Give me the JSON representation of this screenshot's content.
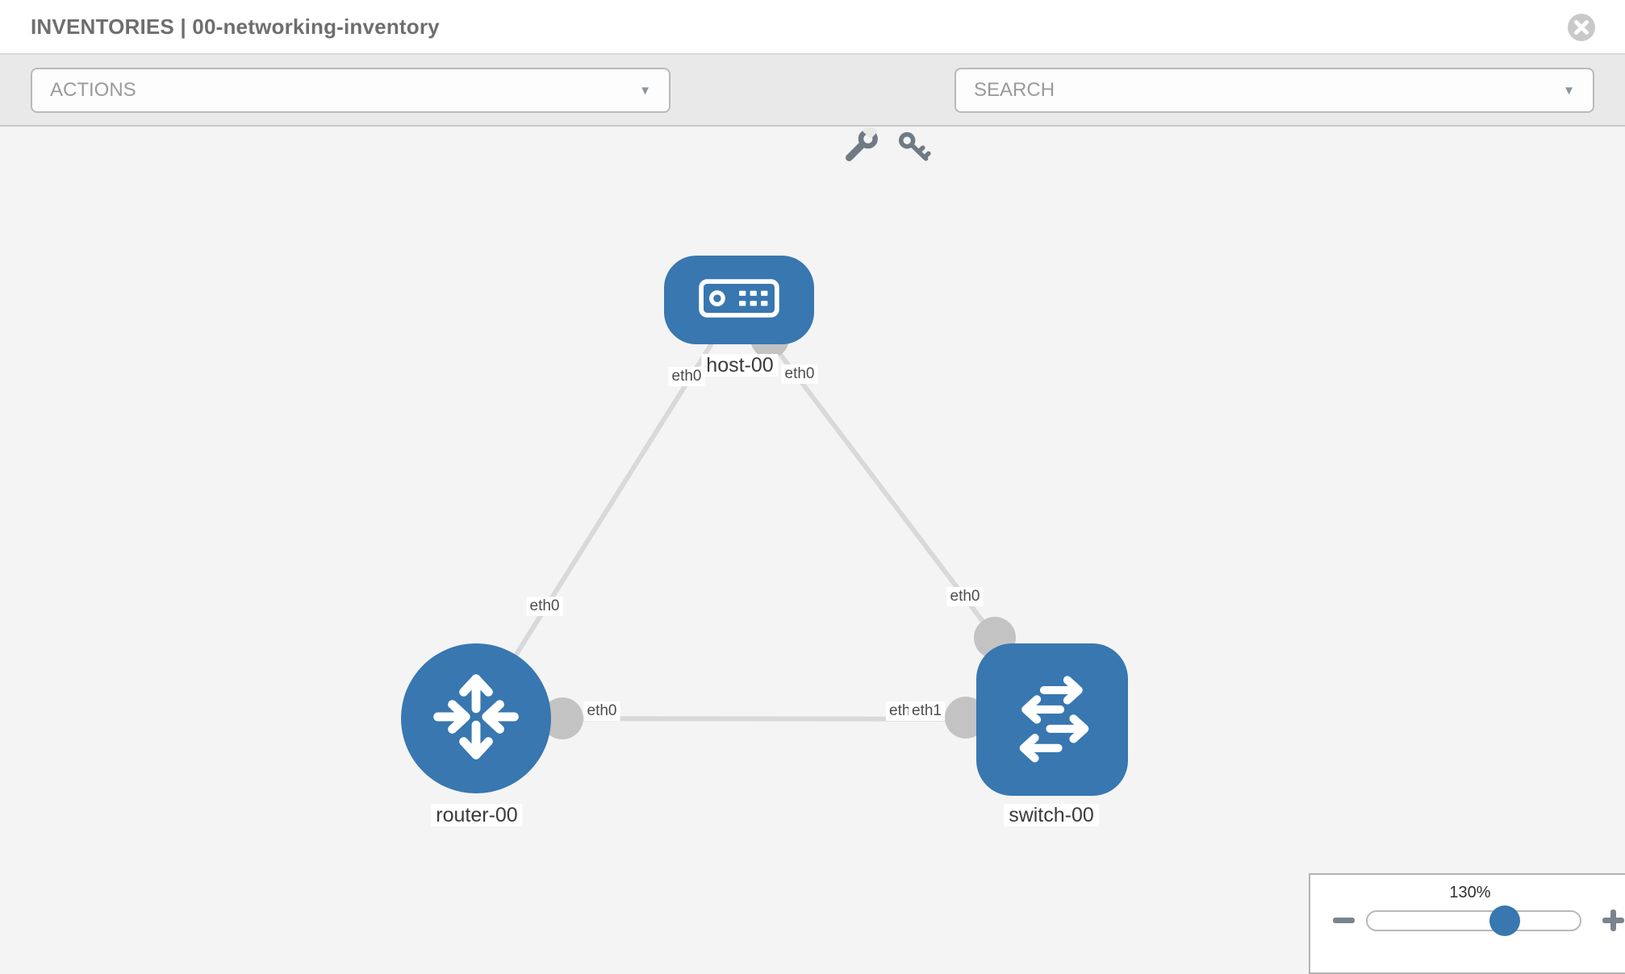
{
  "header": {
    "title": "INVENTORIES | 00-networking-inventory"
  },
  "toolbar": {
    "actions_label": "ACTIONS",
    "search_label": "SEARCH",
    "caret_glyph": "▼",
    "icons": [
      "wrench-icon",
      "key-icon"
    ]
  },
  "topology": {
    "nodes": [
      {
        "key": "host",
        "label": "host-00",
        "type": "host",
        "shape": "rounded-rect"
      },
      {
        "key": "router",
        "label": "router-00",
        "type": "router",
        "shape": "circle"
      },
      {
        "key": "switch",
        "label": "switch-00",
        "type": "switch",
        "shape": "rounded-square"
      }
    ],
    "links": [
      {
        "from": "router-00",
        "to": "host-00"
      },
      {
        "from": "host-00",
        "to": "switch-00"
      },
      {
        "from": "router-00",
        "to": "switch-00"
      }
    ],
    "interface_labels": {
      "rh_router": "eth0",
      "rh_host": "eth0",
      "hs_host": "eth0",
      "hs_switch": "eth0",
      "rs_router": "eth0",
      "rs_switch_back": "eth0",
      "rs_switch_front": "eth1"
    }
  },
  "zoom_control": {
    "value_label": "130%"
  },
  "colors": {
    "node_blue": "#3877b0",
    "link_gray": "#d9d9d9",
    "connector_gray": "#c3c3c3",
    "toolbar_gray": "#e9e9e9",
    "canvas_gray": "#f4f4f4",
    "title_gray": "#6e6e6e"
  }
}
